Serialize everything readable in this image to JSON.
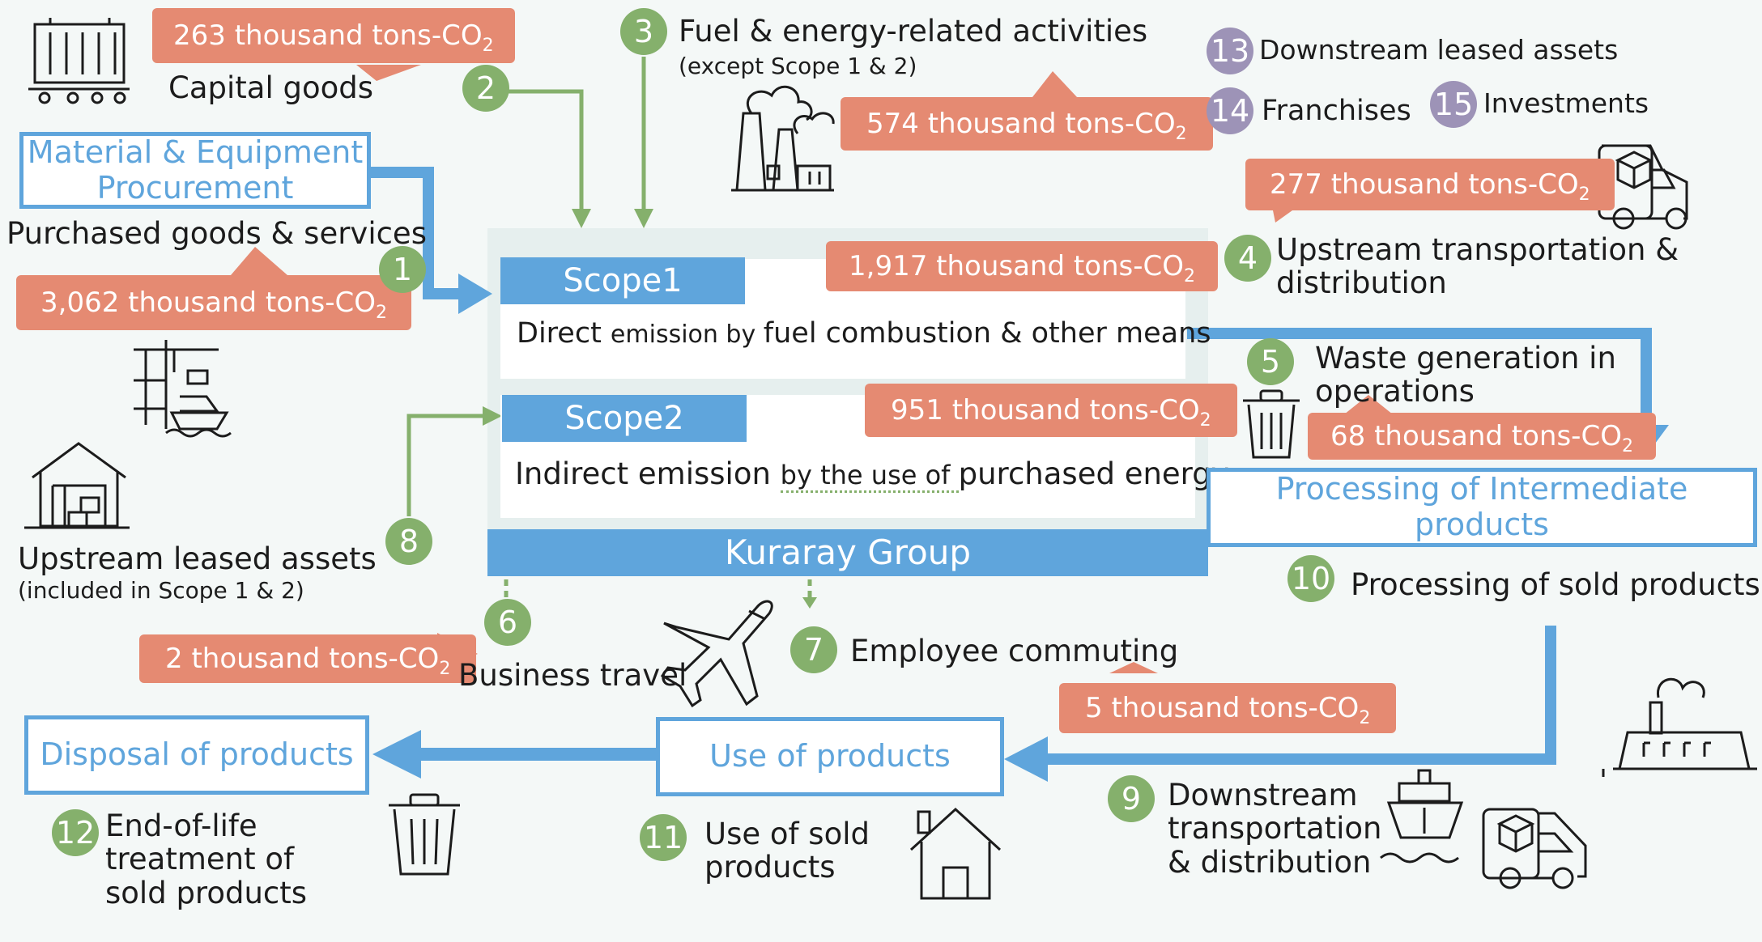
{
  "colors": {
    "blue_arrow": "#5fa5dc",
    "green_arrow": "#85b06c",
    "badge": "#e58a72",
    "purple": "#9d93b7"
  },
  "capital_goods": {
    "label": "Capital goods",
    "value": "263 thousand tons-CO",
    "unit_sub": "2",
    "num": "2"
  },
  "material": {
    "box": "Material & Equipment Procurement"
  },
  "purchased": {
    "label": "Purchased goods & services",
    "value": "3,062 thousand tons-CO",
    "unit_sub": "2",
    "num": "1"
  },
  "upstream_leased": {
    "label": "Upstream leased assets",
    "sub": "(included in Scope 1 & 2)",
    "num": "8"
  },
  "fuel": {
    "label": "Fuel & energy-related activities",
    "sub": "(except Scope 1 & 2)",
    "value": "574 thousand tons-CO",
    "unit_sub": "2",
    "num": "3"
  },
  "scope1": {
    "header": "Scope1",
    "desc_a": "Direct ",
    "desc_b": "emission by ",
    "desc_c": "fuel combustion & other means",
    "value": "1,917 thousand tons-CO",
    "unit_sub": "2"
  },
  "scope2": {
    "header": "Scope2",
    "desc_a": "Indirect emission ",
    "desc_b": "by the use of ",
    "desc_c": "purchased energy",
    "value": "951 thousand tons-CO",
    "unit_sub": "2"
  },
  "kuraray": {
    "label": "Kuraray Group"
  },
  "downstream_leased": {
    "label": "Downstream leased assets",
    "num": "13"
  },
  "franchises": {
    "label": "Franchises",
    "num": "14"
  },
  "investments": {
    "label": "Investments",
    "num": "15"
  },
  "upstream_transport": {
    "label": "Upstream transportation & distribution",
    "value": "277 thousand tons-CO",
    "unit_sub": "2",
    "num": "4"
  },
  "waste": {
    "label": "Waste generation in operations",
    "value": "68 thousand tons-CO",
    "unit_sub": "2",
    "num": "5"
  },
  "processing": {
    "box": "Processing of Intermediate products",
    "label": "Processing of  sold products",
    "num": "10"
  },
  "business_travel": {
    "label": "Business travel",
    "value": "2 thousand tons-CO",
    "unit_sub": "2",
    "num": "6"
  },
  "commuting": {
    "label": "Employee commuting",
    "value": "5 thousand tons-CO",
    "unit_sub": "2",
    "num": "7"
  },
  "downstream_transport": {
    "label": "Downstream transportation & distribution",
    "num": "9"
  },
  "use": {
    "box": "Use of products",
    "label": "Use of sold products",
    "num": "11"
  },
  "disposal": {
    "box": "Disposal of products",
    "label": "End-of-life treatment of sold products",
    "num": "12"
  }
}
